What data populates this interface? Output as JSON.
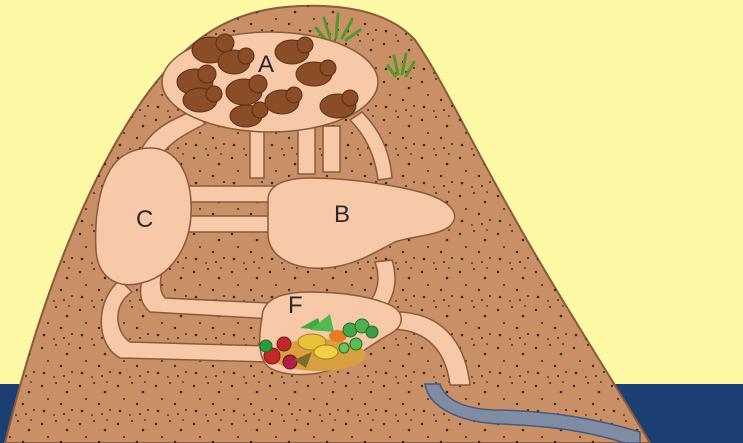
{
  "diagram": {
    "labels": {
      "a": "A",
      "b": "B",
      "c": "C",
      "f": "F"
    },
    "colors": {
      "sky": "#fdf8a4",
      "water": "#1b3f73",
      "earth": "#c98f67",
      "tunnel": "#f8c9a9",
      "outline": "#8a5a3b",
      "animal": "#8a4d28",
      "grass": "#4f9a2a"
    },
    "elements": {
      "chamber_a": "sleeping-chamber-with-animals",
      "chamber_b": "empty-chamber",
      "chamber_c": "entrance-chamber",
      "chamber_f": "food-store-chamber",
      "underwater_tunnel": "exit-to-water"
    }
  }
}
